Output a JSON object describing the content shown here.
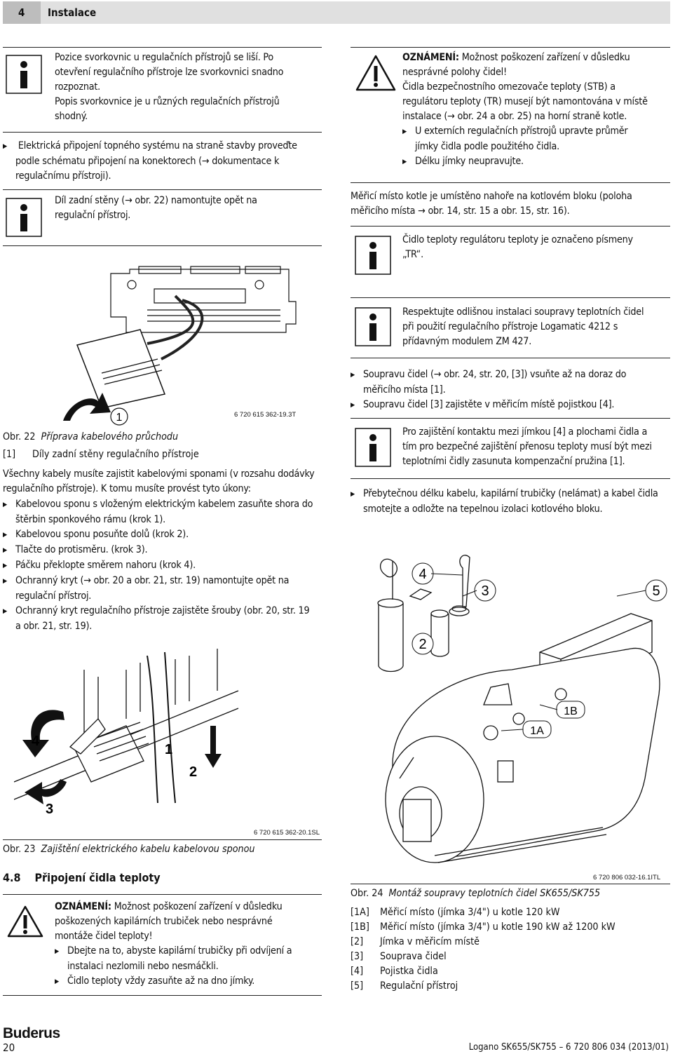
{
  "header": {
    "number": "4",
    "title": "Instalace"
  },
  "left": {
    "info1": [
      "Pozice svorkovnic u regulačních přístrojů se liší. Po",
      "otevření regulačního přístroje lze svorkovnici snadno",
      "rozpoznat.",
      "Popis svorkovnice je u různých regulačních přístrojů",
      "shodný."
    ],
    "step1": [
      "Elektrická připojení topného systému na straně stavby proveďte",
      "podle schématu připojení na konektorech (→ dokumentace k",
      "regulačnímu přístroji)."
    ],
    "info2": [
      "Díl zadní stěny (→ obr. 22) namontujte opět na",
      "regulační přístroj."
    ],
    "fig22_code": "6 720 615 362-19.3T",
    "fig22_callout": "1",
    "fig22_caption_num": "Obr. 22",
    "fig22_caption": "Příprava kabelového průchodu",
    "fig22_legend": [
      {
        "key": "[1]",
        "text": "Díly zadní stěny regulačního přístroje"
      }
    ],
    "para1": [
      "Všechny kabely musíte zajistit kabelovými sponami (v rozsahu dodávky",
      "regulačního přístroje). K tomu musíte provést tyto úkony:"
    ],
    "steps": [
      [
        "Kabelovou sponu s vloženým elektrickým kabelem zasuňte shora do",
        "štěrbin sponkového rámu (krok 1)."
      ],
      [
        "Kabelovou sponu posuňte dolů (krok 2)."
      ],
      [
        "Tlačte do protisměru. (krok 3)."
      ],
      [
        "Páčku překlopte směrem nahoru (krok 4)."
      ],
      [
        "Ochranný kryt (→ obr. 20 a obr. 21, str. 19) namontujte opět na",
        "regulační přístroj."
      ],
      [
        "Ochranný kryt regulačního přístroje zajistěte šrouby (obr. 20, str. 19",
        "a obr. 21, str. 19)."
      ]
    ],
    "fig23_labels": [
      "4",
      "1",
      "2",
      "3"
    ],
    "fig23_code": "6 720 615 362-20.1SL",
    "fig23_caption_num": "Obr. 23",
    "fig23_caption": "Zajištění elektrického kabelu kabelovou sponou",
    "section_num": "4.8",
    "section_title": "Připojení čidla teploty",
    "warn_title": "OZNÁMENÍ:",
    "warn_lines": [
      "Možnost poškození zařízení v důsledku",
      "poškozených kapilárních trubiček nebo nesprávné",
      "montáže čidel teploty!"
    ],
    "warn_steps": [
      [
        "Dbejte na to, abyste kapilární trubičky při odvíjení a",
        "instalaci nezlomili nebo nesmáčkli."
      ],
      [
        "Čidlo teploty vždy zasuňte až na dno jímky."
      ]
    ]
  },
  "right": {
    "warn_title": "OZNÁMENÍ:",
    "warn_first": "Možnost poškození zařízení v důsledku",
    "warn_lines": [
      "nesprávné polohy čidel!",
      "Čidla bezpečnostního omezovače teploty (STB) a",
      "regulátoru teploty (TR) musejí být namontována v místě",
      "instalace (→ obr. 24 a obr. 25) na horní straně kotle."
    ],
    "warn_steps": [
      [
        "U externích regulačních přístrojů upravte průměr",
        "jímky čidla podle použitého čidla."
      ],
      [
        "Délku jímky neupravujte."
      ]
    ],
    "para1": [
      "Měřicí místo kotle je umístěno nahoře na kotlovém bloku (poloha",
      "měřicího místa → obr. 14, str. 15 a obr. 15, str. 16)."
    ],
    "info1": [
      "Čidlo teploty regulátoru teploty je označeno písmeny",
      "„TR“."
    ],
    "info2": [
      "Respektujte odlišnou instalaci soupravy teplotních čidel",
      "při použití regulačního přístroje Logamatic 4212 s",
      "přídavným modulem ZM 427."
    ],
    "steps1": [
      [
        "Soupravu čidel (→ obr.  24, str. 20, [3]) vsuňte až na doraz do",
        "měřicího místa [1]."
      ],
      [
        "Soupravu čidel [3] zajistěte v měřicím místě pojistkou [4]."
      ]
    ],
    "info3": [
      "Pro zajištění kontaktu mezi jímkou [4] a plochami čidla a",
      "tím pro bezpečné zajištění přenosu teploty musí být mezi",
      "teplotními čidly zasunuta kompenzační pružina [1]."
    ],
    "steps2": [
      [
        "Přebytečnou délku kabelu, kapilární trubičky (nelámat) a kabel čidla",
        "smotejte a odložte na tepelnou izolaci kotlového bloku."
      ]
    ],
    "fig24_labels": [
      "4",
      "3",
      "5",
      "2",
      "1B",
      "1A"
    ],
    "fig24_code": "6 720 806 032-16.1ITL",
    "fig24_caption_num": "Obr. 24",
    "fig24_caption": "Montáž soupravy teplotních čidel SK655/SK755",
    "fig24_legend": [
      {
        "key": "[1A]",
        "text": "Měřicí místo (jímka 3/4\") u kotle 120 kW"
      },
      {
        "key": "[1B]",
        "text": "Měřicí místo (jímka 3/4\") u kotle 190 kW až 1200 kW"
      },
      {
        "key": "[2]",
        "text": "Jímka v měřicím místě"
      },
      {
        "key": "[3]",
        "text": "Souprava čidel"
      },
      {
        "key": "[4]",
        "text": "Pojistka čidla"
      },
      {
        "key": "[5]",
        "text": "Regulační přístroj"
      }
    ]
  },
  "footer": {
    "brand": "Buderus",
    "page": "20",
    "doc": "Logano SK655/SK755 – 6 720 806 034 (2013/01)"
  }
}
